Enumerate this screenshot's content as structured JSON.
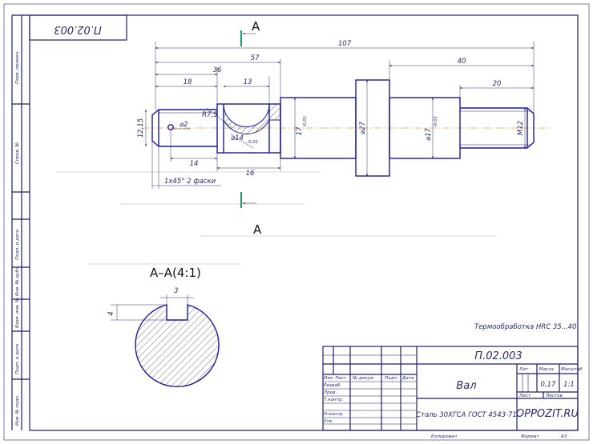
{
  "drawing": {
    "corner_stamp": "П.02.003",
    "cut_letter_top": "A",
    "cut_letter_bottom": "A",
    "section_title": "A–A(4:1)",
    "section_dim_width": "3",
    "section_dim_depth": "4",
    "heat_treatment_note": "Термообработка HRC 35...40",
    "dimensions": {
      "overall": "107",
      "d57": "57",
      "d36": "36",
      "d18": "18",
      "d13": "13",
      "d40": "40",
      "d20": "20",
      "d14": "14",
      "d16": "16",
      "dia_left": "12,15",
      "hole": "⌀2",
      "radius": "R7,5",
      "dia14": "⌀14",
      "dia14_tol": "-0,01",
      "dia17_left": "17",
      "dia17_left_tol": "-0,01",
      "dia27": "⌀27",
      "dia17_right": "⌀17",
      "dia17_right_tol": "-0,01",
      "thread": "M12",
      "chamfer": "1x45° 2 фаски"
    }
  },
  "side_strip": {
    "cells": [
      "Перв. примен.",
      "Справ. №",
      "Подп. и дата",
      "Инв. № дубл.",
      "Взам. инв. №",
      "Подп. и дата",
      "Инв. № подл."
    ]
  },
  "title_block": {
    "designation": "П.02.003",
    "name": "Вал",
    "material": "Сталь 30ХГСА ГОСТ 4543-71",
    "company": "OPPOZIT.RU",
    "mass": "0,17",
    "scale": "1:1",
    "head_lit": "Лит",
    "head_mass": "Масса",
    "head_scale": "Масштаб",
    "head_sheet": "Лист",
    "head_sheets": "Листов",
    "col_change": "Изм",
    "col_sheet": "Лист",
    "col_doc": "№ докум.",
    "col_sign": "Подп.",
    "col_date": "Дата",
    "role_dev": "Разраб.",
    "role_check": "Пров.",
    "role_tcontrol": "Т.контр.",
    "role_ncontrol": "Н.контр.",
    "role_approve": "Утв.",
    "footer_copied": "Копировал",
    "footer_format": "Формат",
    "format_value": "A3"
  }
}
